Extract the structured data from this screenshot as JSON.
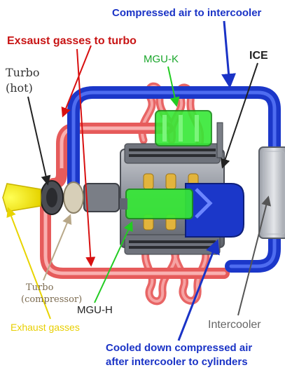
{
  "labels": {
    "compressed_air": "Compressed air to intercooler",
    "exhaust_to_turbo": "Exsaust gasses to turbo",
    "mgu_k": "MGU-K",
    "ice": "ICE",
    "turbo_hot_line1": "Turbo",
    "turbo_hot_line2": "(hot)",
    "turbo_compressor_line1": "Turbo",
    "turbo_compressor_line2": "(compressor)",
    "mgu_h": "MGU-H",
    "exhaust_gasses": "Exhaust gasses",
    "intercooler": "Intercooler",
    "cooled_air_line1": "Cooled down compressed air",
    "cooled_air_line2": "after intercooler to cylinders"
  },
  "colors": {
    "blue_label": "#1a33c6",
    "red_label": "#c81414",
    "green_label": "#1aa62b",
    "yellow_label": "#e8cf00",
    "hot_pipe": "#f07070",
    "cold_pipe": "#1f3fd6",
    "mgu": "#33e633",
    "engine_block": "#8a8f99"
  }
}
